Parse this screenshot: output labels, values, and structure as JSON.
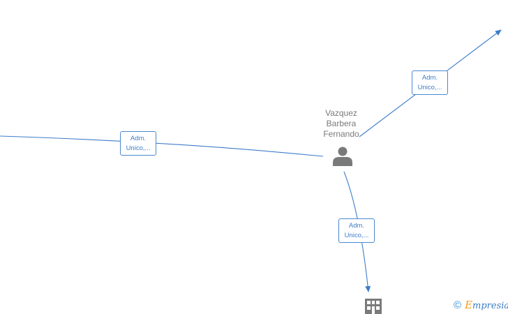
{
  "graph": {
    "person": {
      "name_lines": [
        "Vazquez",
        "Barbera",
        "Fernando"
      ],
      "icon": "person-icon"
    },
    "edges": [
      {
        "id": "left",
        "label_lines": [
          "Adm.",
          "Unico,..."
        ]
      },
      {
        "id": "top-right",
        "label_lines": [
          "Adm.",
          "Unico,..."
        ]
      },
      {
        "id": "bottom",
        "label_lines": [
          "Adm.",
          "Unico,..."
        ]
      }
    ],
    "company": {
      "icon": "building-icon"
    }
  },
  "watermark": {
    "symbol": "©",
    "brand_initial": "E",
    "brand_rest": "mpresia"
  },
  "colors": {
    "edge": "#3d7cc9",
    "label_border": "#4a88d0",
    "node_gray": "#7a7a7a",
    "brand_blue": "#3a7cc7",
    "brand_orange": "#f0a01d"
  }
}
